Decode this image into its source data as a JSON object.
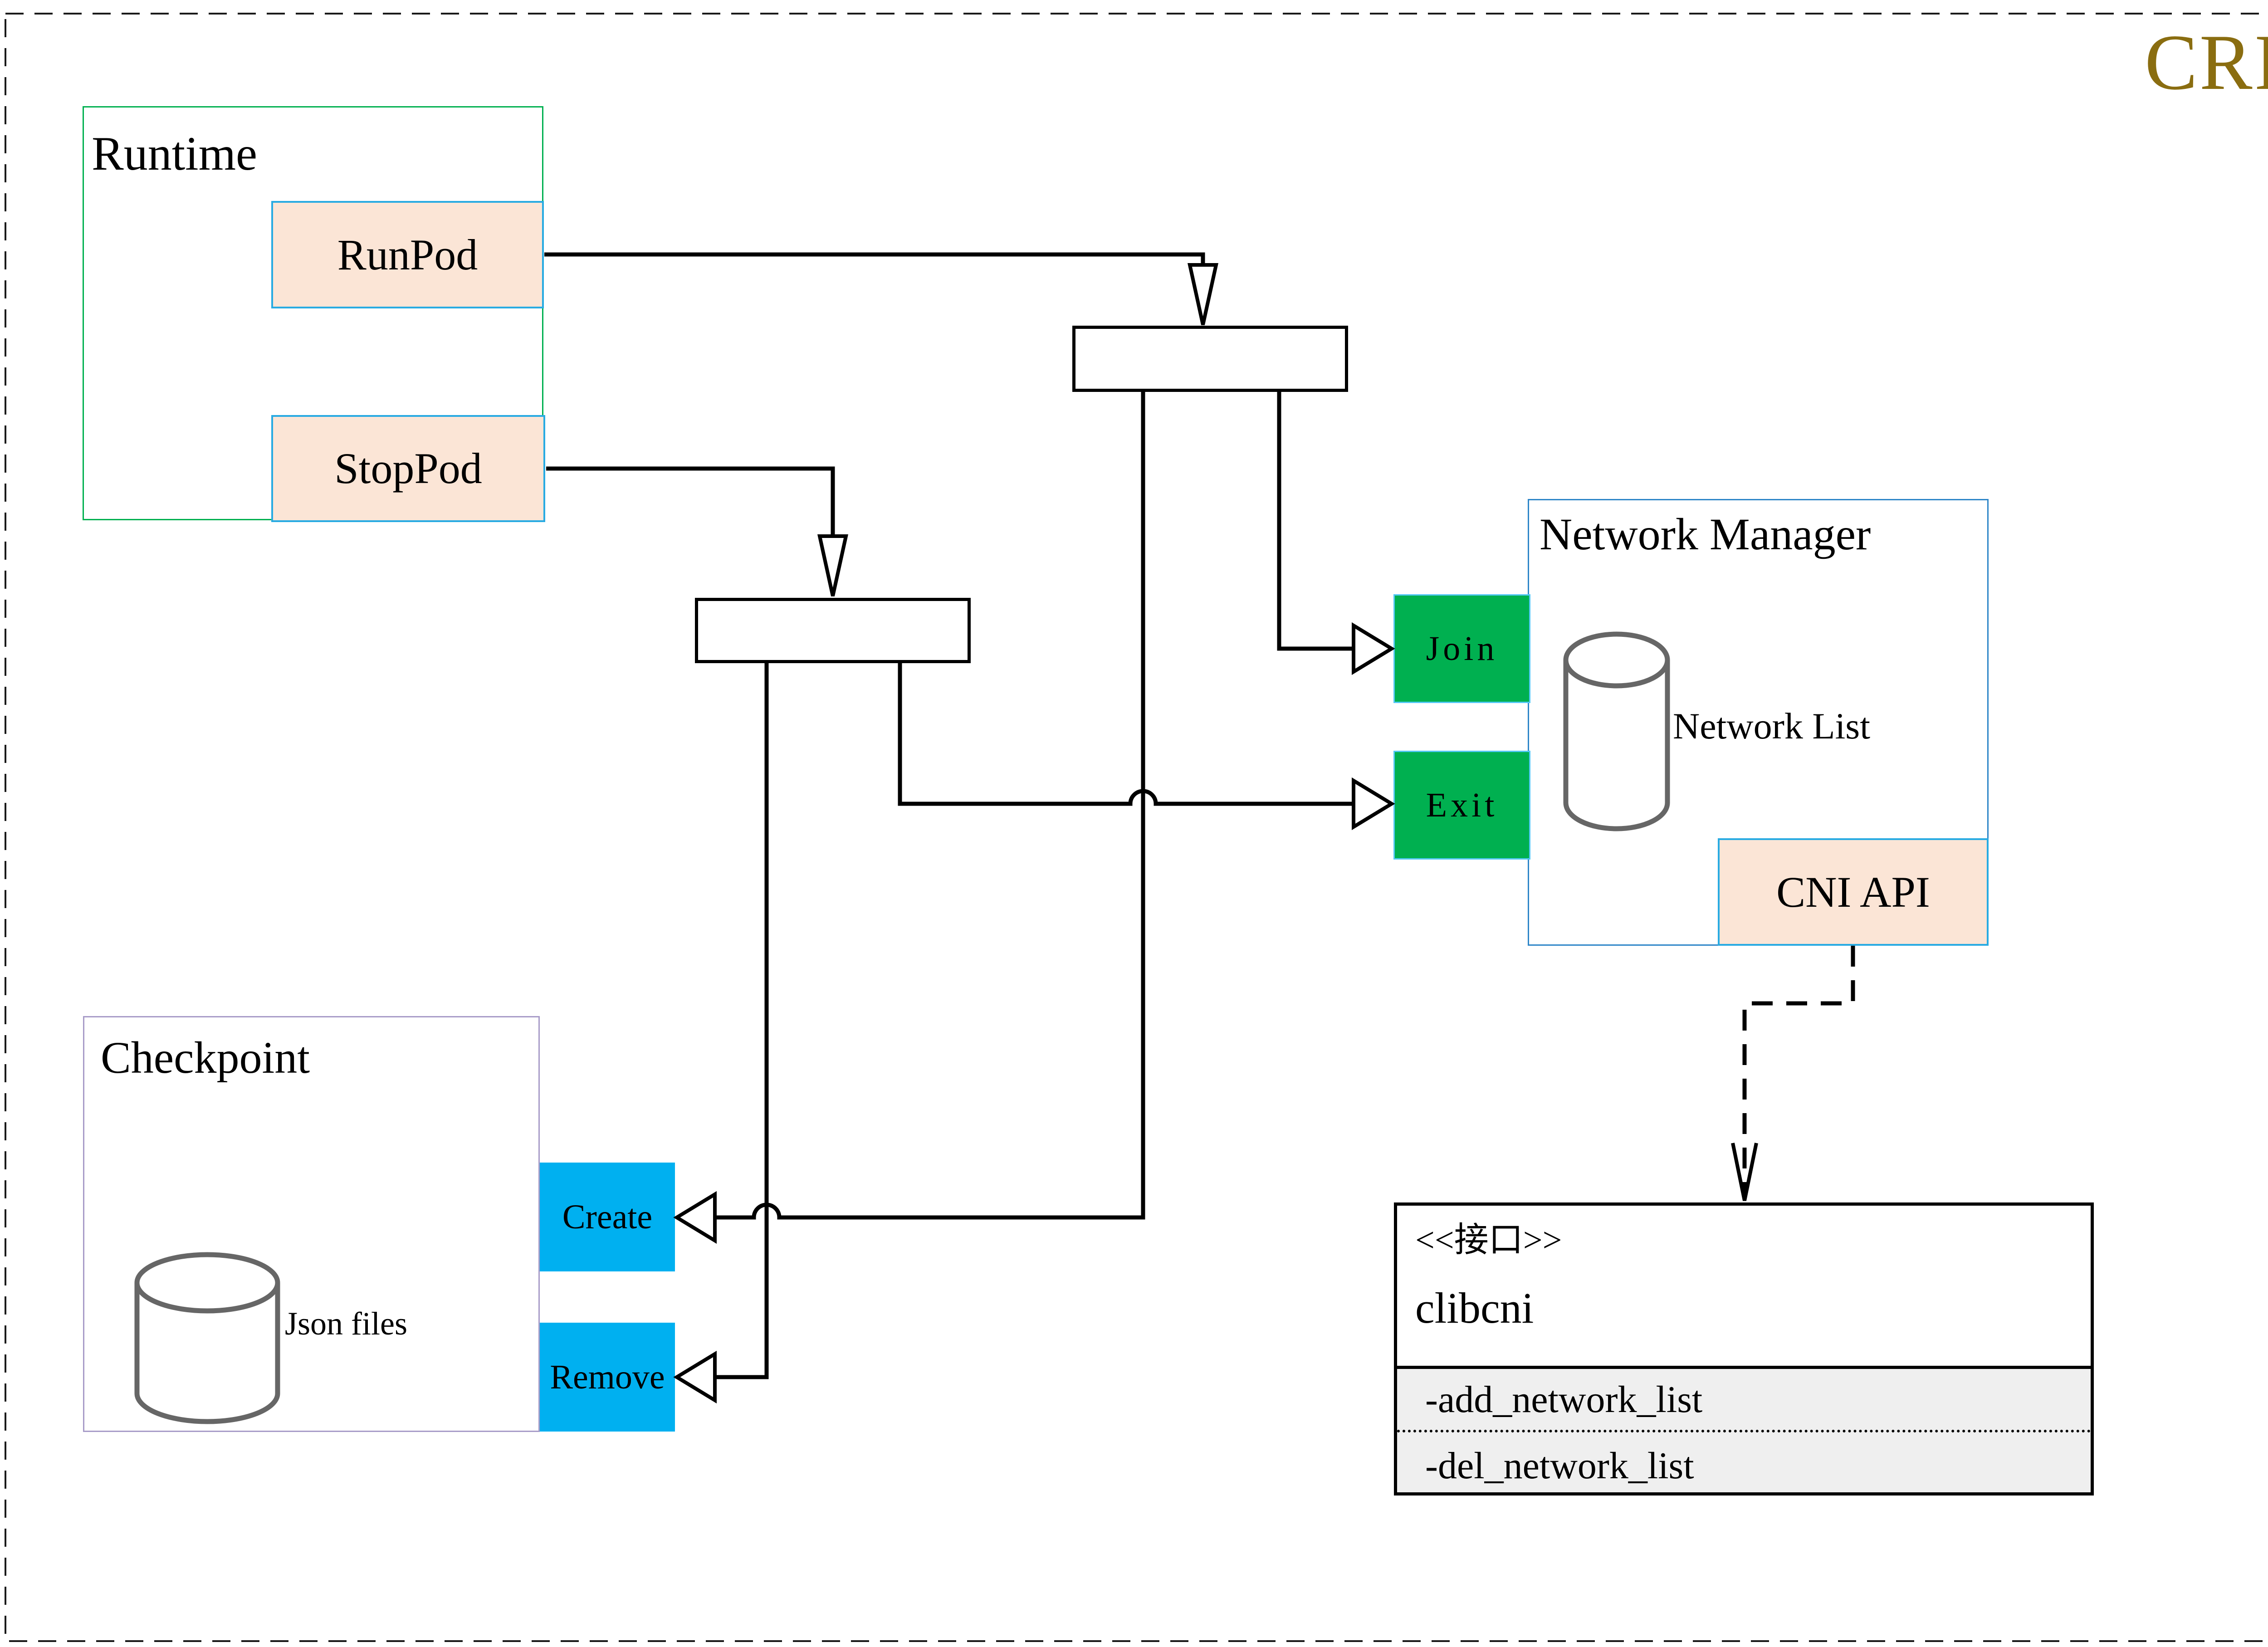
{
  "diagram": {
    "badge": {
      "label": "CRI",
      "color": "#8a6d10"
    },
    "runtime": {
      "label": "Runtime",
      "border_color": "#00b050",
      "run_pod": {
        "label": "RunPod",
        "fill": "#fbe5d6",
        "border": "#29abe2"
      },
      "stop_pod": {
        "label": "StopPod",
        "fill": "#fbe5d6",
        "border": "#29abe2"
      }
    },
    "network_manager": {
      "label": "Network Manager",
      "border_color": "#2e86c8",
      "join": {
        "label": "Join",
        "fill": "#00b050"
      },
      "exit": {
        "label": "Exit",
        "fill": "#00b050"
      },
      "network_list": {
        "label": "Network List",
        "icon": "database-cylinder-icon"
      },
      "cni_api": {
        "label": "CNI API",
        "fill": "#fbe5d6",
        "border": "#29abe2"
      }
    },
    "checkpoint": {
      "label": "Checkpoint",
      "border_color": "#a89cc8",
      "json_files": {
        "label": "Json files",
        "icon": "database-cylinder-icon"
      },
      "create": {
        "label": "Create",
        "fill": "#00b0f0"
      },
      "remove": {
        "label": "Remove",
        "fill": "#00b0f0"
      }
    },
    "clibcni": {
      "stereotype": "<<接口>>",
      "name": "clibcni",
      "methods": [
        "-add_network_list",
        "-del_network_list"
      ]
    }
  }
}
